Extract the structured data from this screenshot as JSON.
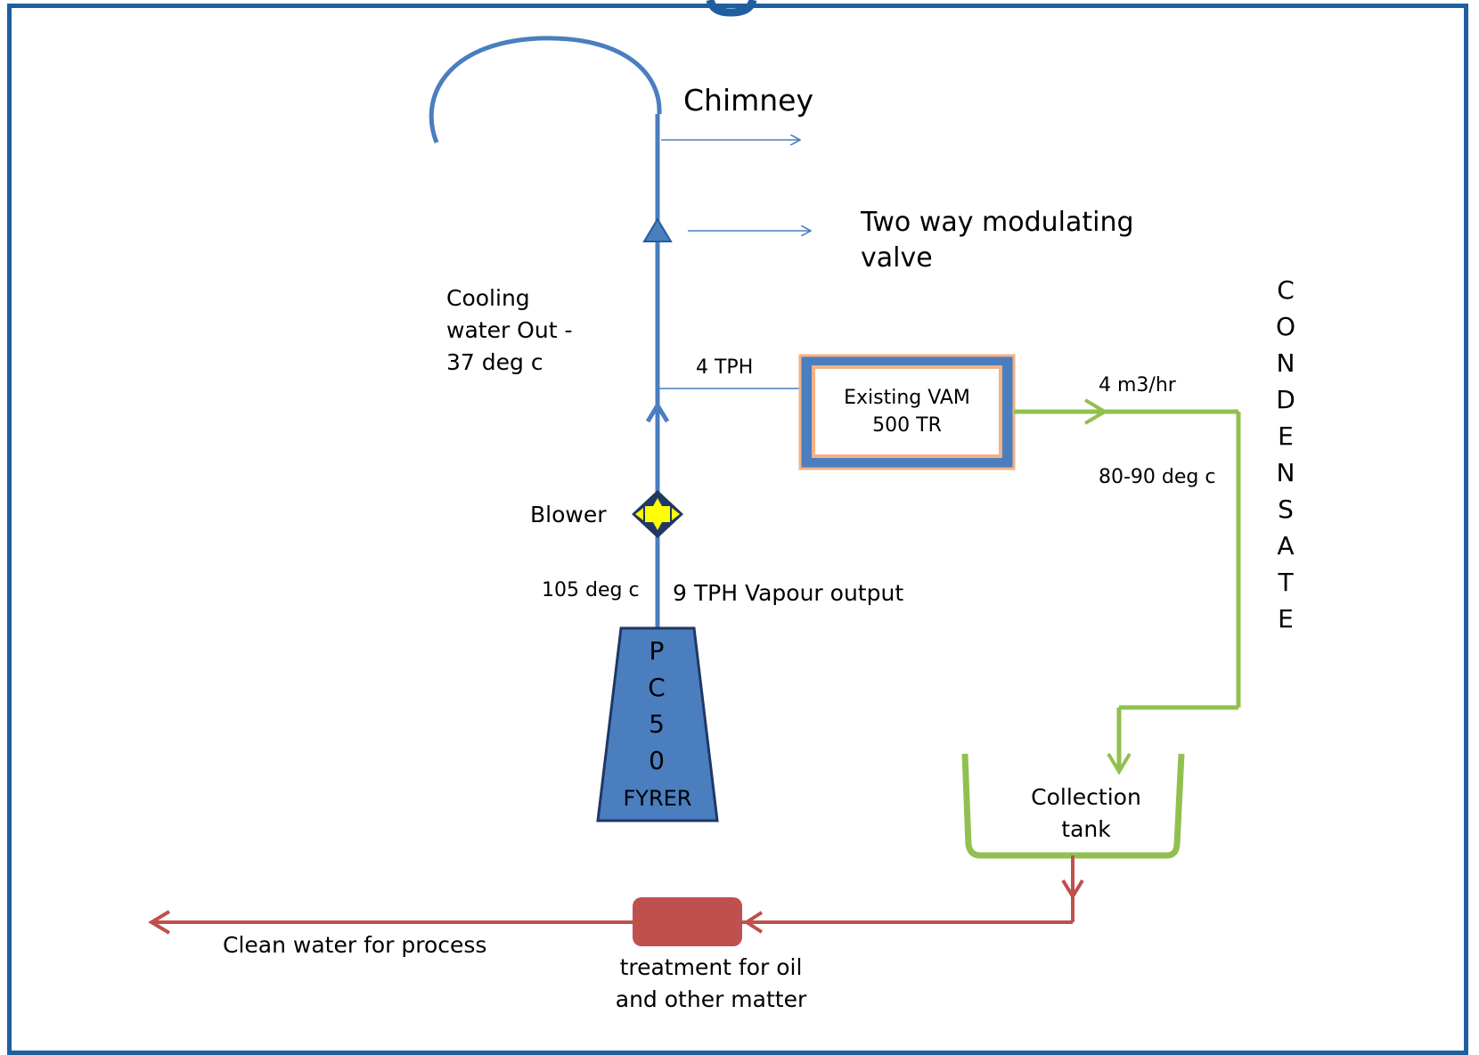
{
  "labels": {
    "chimney": "Chimney",
    "valve_line1": "Two way modulating",
    "valve_line2": "valve",
    "cooling_line1": "Cooling",
    "cooling_line2": "water Out -",
    "cooling_line3": "37 deg c",
    "tph_4": "4 TPH",
    "vam_line1": "Existing VAM",
    "vam_line2": "500 TR",
    "flow_rate": "4 m3/hr",
    "condensate_temp": "80-90 deg c",
    "condensate_vertical": "C\nO\nN\nD\nE\nN\nS\nA\nT\nE",
    "blower": "Blower",
    "temp_105": "105 deg c",
    "vapour_output": "9 TPH Vapour output",
    "fyrer_vertical": "P\nC\n5\n0",
    "fyrer": "FYRER",
    "collection_line1": "Collection",
    "collection_line2": "tank",
    "clean_water": "Clean water for process",
    "treatment_line1": "treatment  for oil",
    "treatment_line2": "and other matter"
  },
  "colors": {
    "frame": "#1f5fa0",
    "steam_pipe": "#4a7ebf",
    "vam_outer": "#4a7ebf",
    "vam_border": "#f4b183",
    "condensate_line": "#92c050",
    "return_line": "#c0504d",
    "blower_fill": "#ffff00",
    "blower_body": "#1f3864",
    "fyrer_fill": "#4a7ebf"
  }
}
